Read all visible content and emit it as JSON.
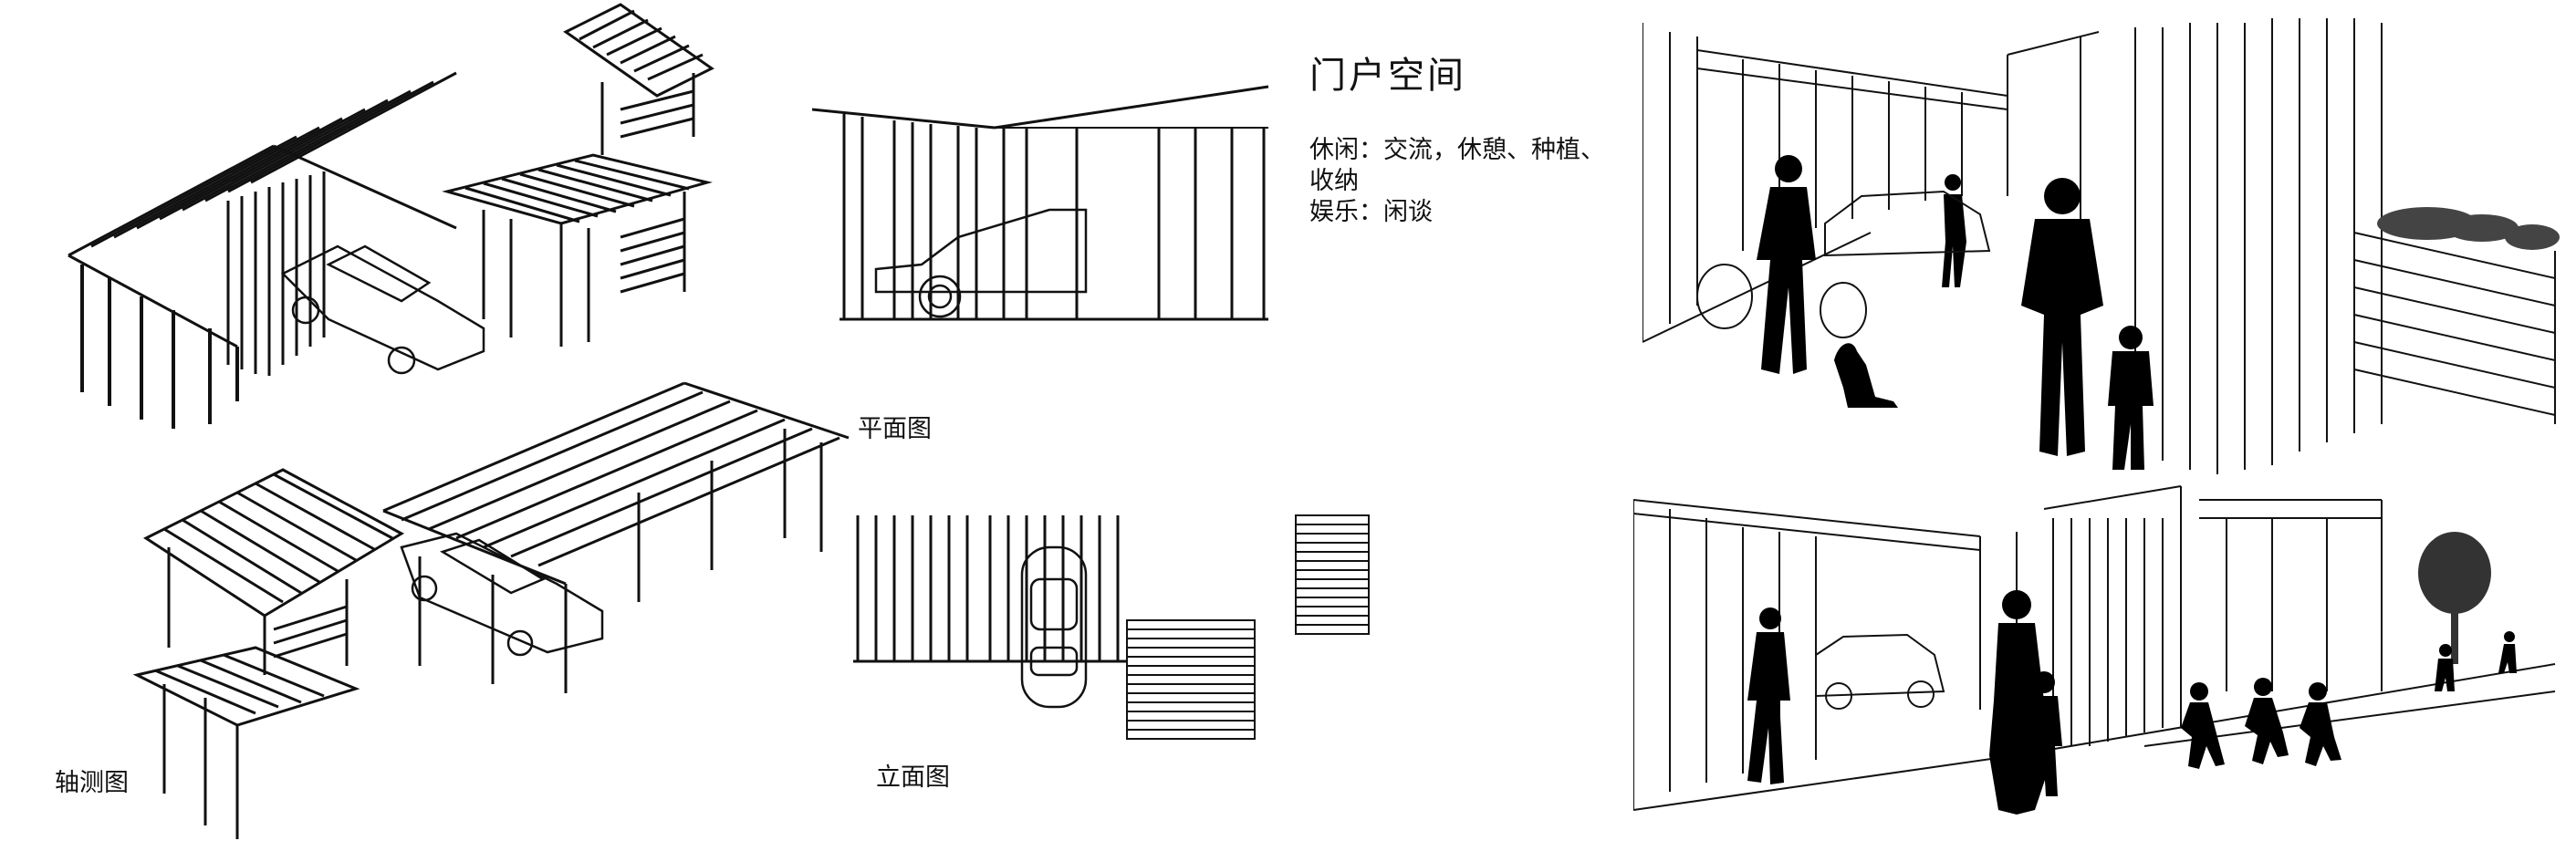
{
  "title": "门户空间",
  "notes": {
    "line1": "休闲：交流，休憩、种植、收纳",
    "line2": "娱乐：闲谈"
  },
  "labels": {
    "axonometric": "轴测图",
    "plan": "平面图",
    "elevation": "立面图"
  }
}
